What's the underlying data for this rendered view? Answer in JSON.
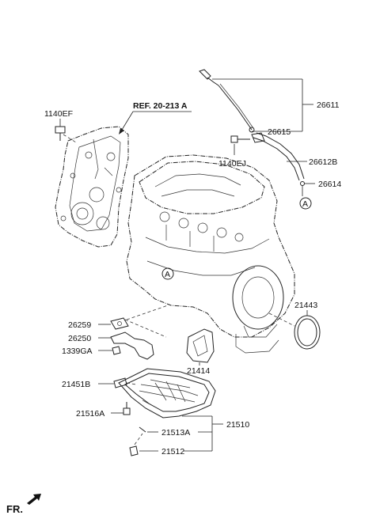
{
  "labels": {
    "ref": "REF. 20-213 A",
    "p1140EF": "1140EF",
    "p26611": "26611",
    "p26615": "26615",
    "p1140EJ": "1140EJ",
    "p26612B": "26612B",
    "p26614": "26614",
    "markerA1": "A",
    "markerA2": "A",
    "p21443": "21443",
    "p26259": "26259",
    "p26250": "26250",
    "p1339GA": "1339GA",
    "p21414": "21414",
    "p21451B": "21451B",
    "p21516A": "21516A",
    "p21510": "21510",
    "p21513A": "21513A",
    "p21512": "21512",
    "fr": "FR."
  }
}
